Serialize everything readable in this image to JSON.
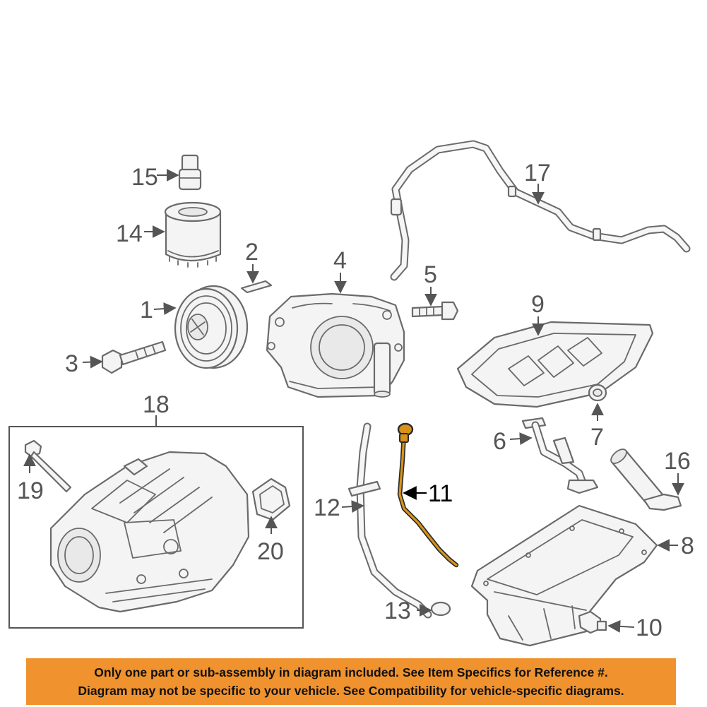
{
  "callouts": {
    "c1": "1",
    "c2": "2",
    "c3": "3",
    "c4": "4",
    "c5": "5",
    "c6": "6",
    "c7": "7",
    "c8": "8",
    "c9": "9",
    "c10": "10",
    "c11": "11",
    "c12": "12",
    "c13": "13",
    "c14": "14",
    "c15": "15",
    "c16": "16",
    "c17": "17",
    "c18": "18",
    "c19": "19",
    "c20": "20"
  },
  "highlighted_part": "11",
  "colors": {
    "highlight_part": "#d7921a",
    "disclaimer_background": "#f0932e",
    "line_art": "#6a6a6a"
  },
  "disclaimer": {
    "line1": "Only one part or sub-assembly in diagram included. See Item Specifics for Reference #.",
    "line2": "Diagram may not be specific to your vehicle. See Compatibility for vehicle-specific diagrams."
  }
}
